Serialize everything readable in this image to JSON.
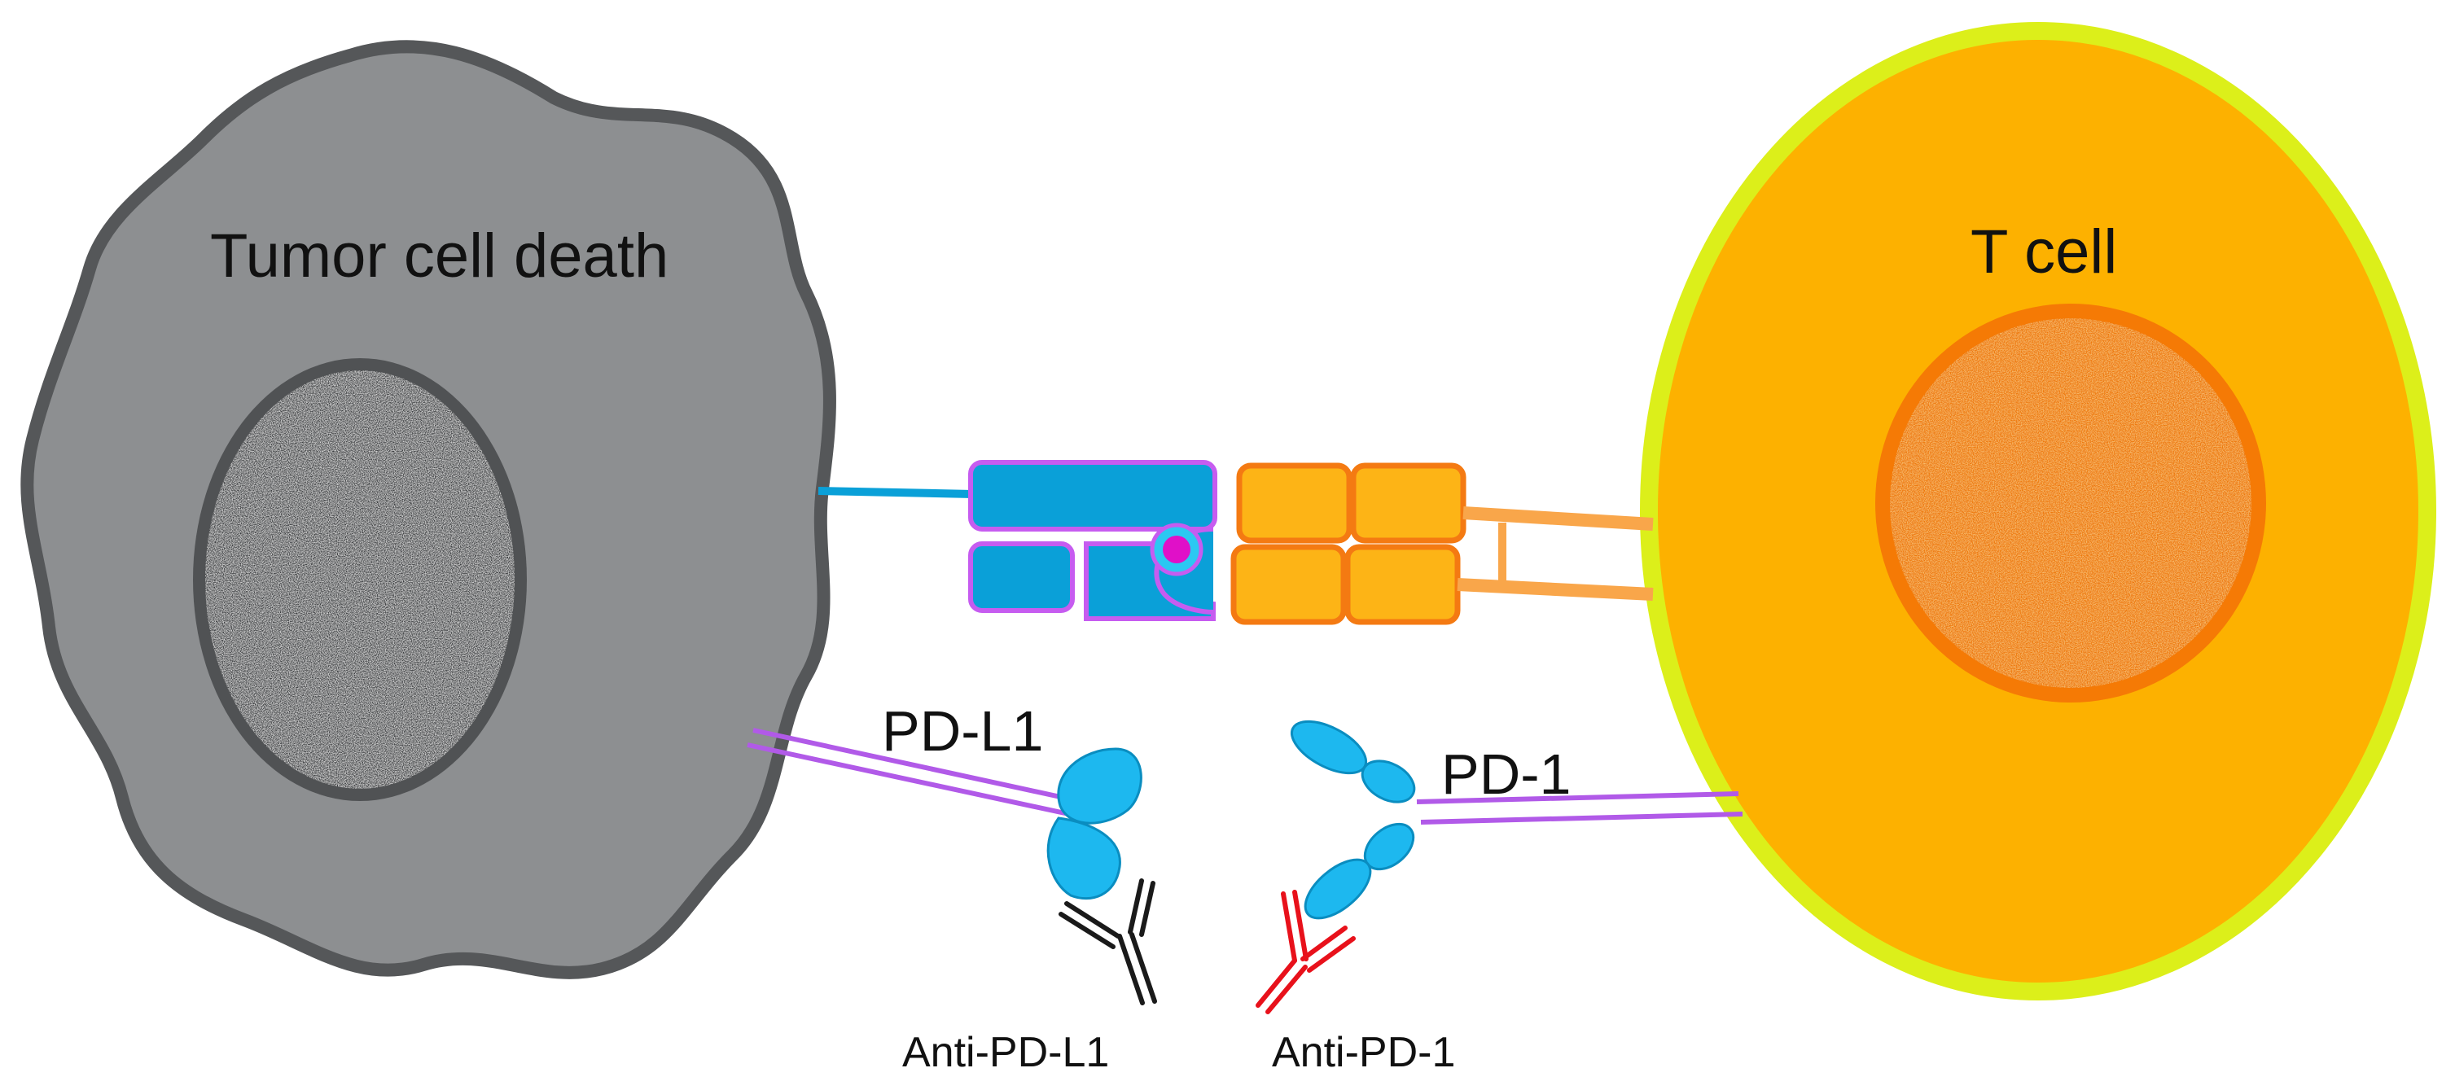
{
  "labels": {
    "tumor_cell": "Tumor cell death",
    "t_cell": "T cell",
    "pd_l1": "PD-L1",
    "pd_1": "PD-1",
    "anti_pd_l1": "Anti-PD-L1",
    "anti_pd_1": "Anti-PD-1"
  },
  "colors": {
    "tumor_cell": "#8d8f91",
    "tumor_outline": "#555759",
    "tumor_nucleus": "#3f4143",
    "t_cell": "#fdb100",
    "t_cell_outline": "#dcef1a",
    "t_cell_nucleus": "#f57a05",
    "mhc": "#0aa0d8",
    "mhc_outline": "#c65cf0",
    "antigen": "#e010c8",
    "tcr": "#fdb416",
    "tcr_outline": "#f47a12",
    "pd_protein": "#1db8ef",
    "pd_stalk": "#b15ae8",
    "anti_pd_l1": "#1a1a1a",
    "anti_pd_1": "#e8111b"
  }
}
